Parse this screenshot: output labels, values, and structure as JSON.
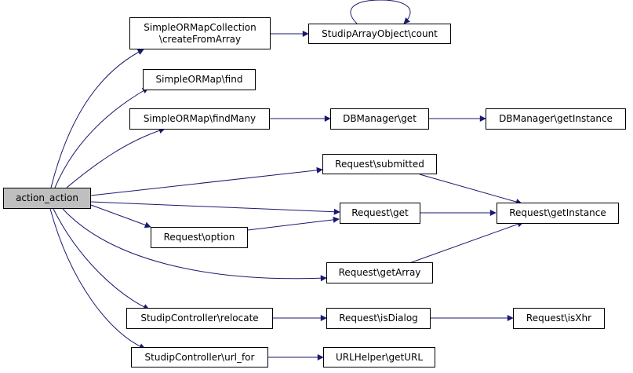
{
  "graph": {
    "edge_color": "#191970",
    "root_fill": "#bfbfbf",
    "nodes": {
      "action_action": "action_action",
      "collection_create": "SimpleORMapCollection\n\\createFromArray",
      "array_count": "StudipArrayObject\\count",
      "orm_find": "SimpleORMap\\find",
      "orm_findmany": "SimpleORMap\\findMany",
      "db_get": "DBManager\\get",
      "db_getinstance": "DBManager\\getInstance",
      "req_submitted": "Request\\submitted",
      "req_get": "Request\\get",
      "req_getinstance": "Request\\getInstance",
      "req_option": "Request\\option",
      "req_getarray": "Request\\getArray",
      "ctrl_relocate": "StudipController\\relocate",
      "req_isdialog": "Request\\isDialog",
      "req_isxhr": "Request\\isXhr",
      "ctrl_urlfor": "StudipController\\url_for",
      "url_geturl": "URLHelper\\getURL"
    }
  }
}
